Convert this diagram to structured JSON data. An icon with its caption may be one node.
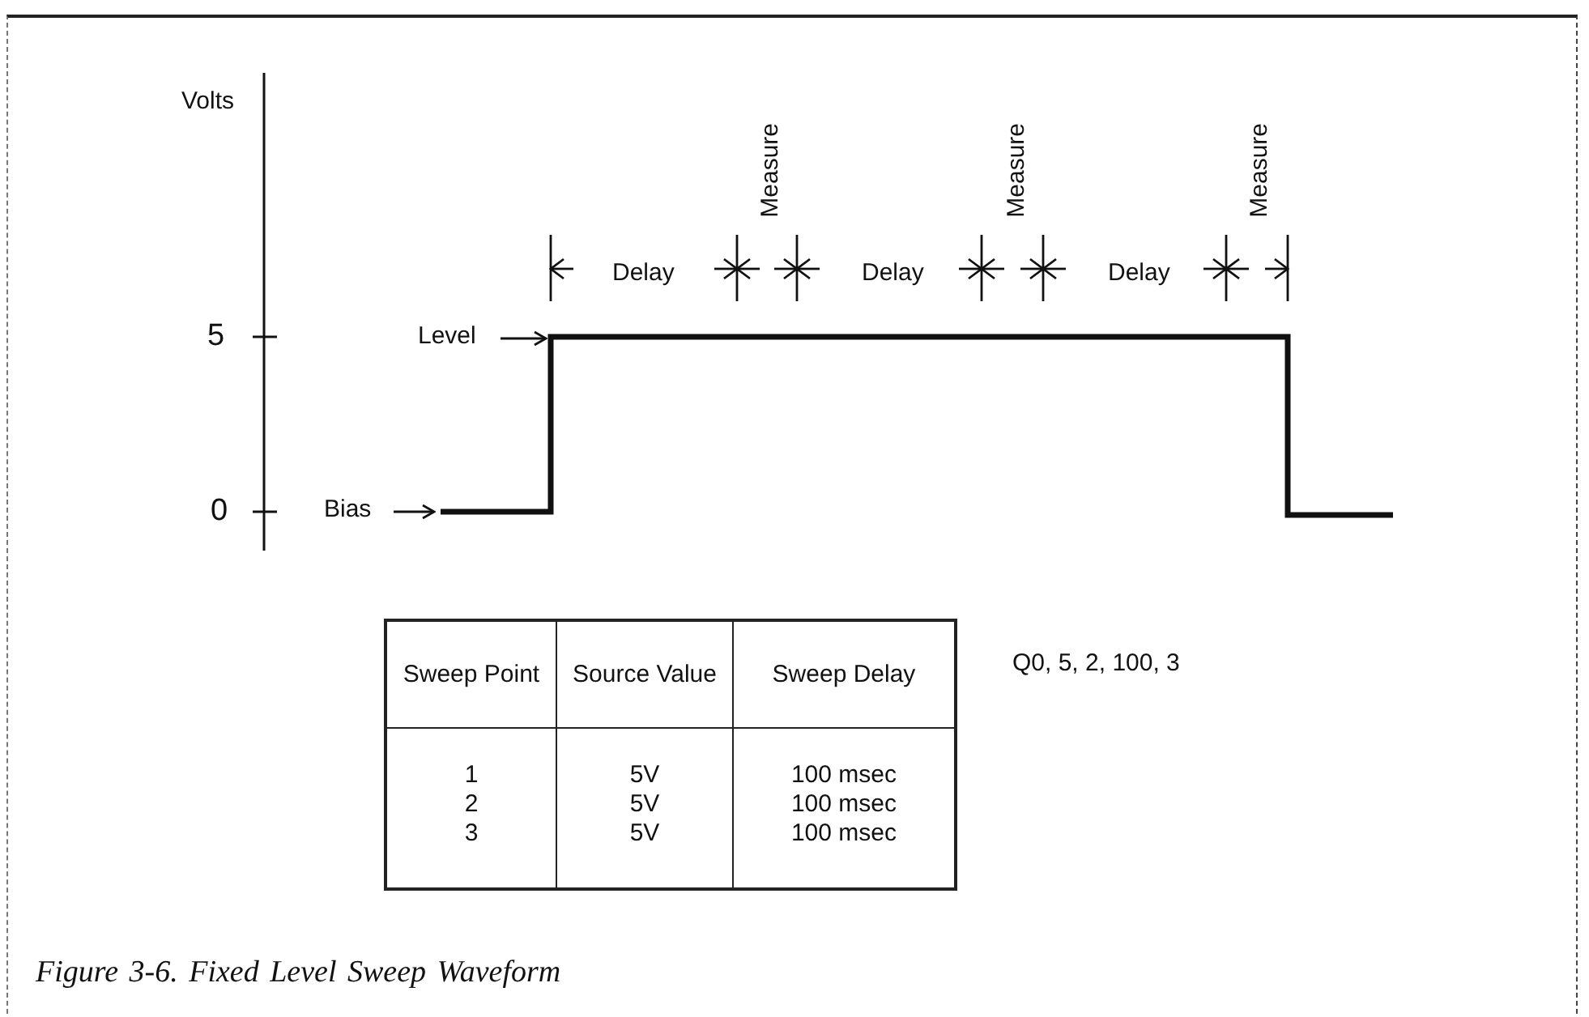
{
  "diagram": {
    "caption": "Figure 3-6. Fixed Level Sweep Waveform",
    "nodes": [
      {
        "text": [
          "Level"
        ]
      },
      {
        "text": [
          "Bias"
        ]
      }
    ],
    "edges": [
      {
        "from": 0,
        "to": null,
        "arrow": "to"
      },
      {
        "from": 1,
        "to": null,
        "arrow": "to"
      }
    ],
    "labels": [
      "Volts",
      "Measure",
      "Measure",
      "Measure",
      "Delay",
      "Delay",
      "Delay",
      "5",
      "0",
      "Sweep Point",
      "Source Value",
      "Sweep Delay",
      "1",
      "5V",
      "100 msec",
      "2",
      "5V",
      "100 msec",
      "3",
      "5V",
      "100 msec",
      "Q0, 5, 2, 100, 3"
    ]
  }
}
